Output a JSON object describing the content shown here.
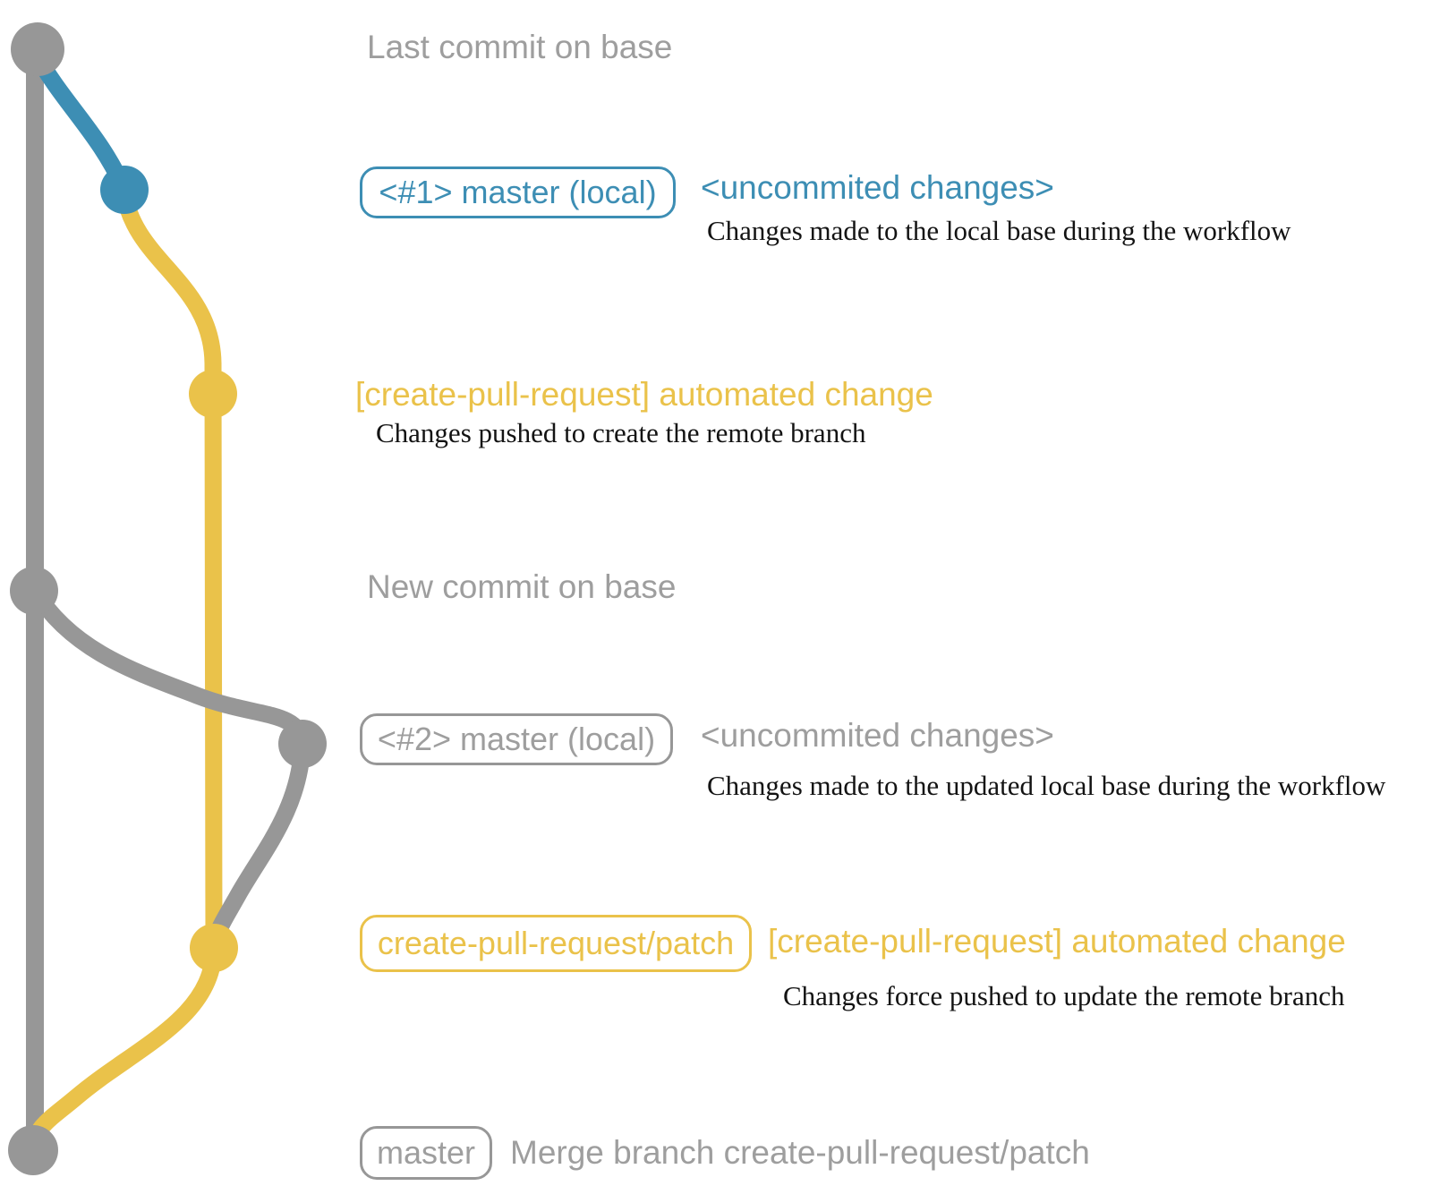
{
  "colors": {
    "gray": "#979797",
    "blue": "#3d8eb4",
    "yellow": "#eac24a",
    "label_gray": "#9e9e9e",
    "subtitle_black": "#131313"
  },
  "graph": {
    "branches": [
      {
        "name": "base",
        "color": "#979797"
      },
      {
        "name": "master (local)",
        "color": "#3d8eb4"
      },
      {
        "name": "create-pull-request/patch",
        "color": "#eac24a"
      }
    ],
    "commits": [
      {
        "id": "last-commit-on-base",
        "branch": "base"
      },
      {
        "id": "uncommitted-changes-1",
        "branch": "master (local)"
      },
      {
        "id": "automated-change-1",
        "branch": "create-pull-request/patch"
      },
      {
        "id": "new-commit-on-base",
        "branch": "base"
      },
      {
        "id": "uncommitted-changes-2",
        "branch": "master (local)"
      },
      {
        "id": "automated-change-2",
        "branch": "create-pull-request/patch"
      },
      {
        "id": "merge-commit",
        "branch": "base"
      }
    ]
  },
  "rows": {
    "r1": {
      "label": "Last commit on base"
    },
    "r2": {
      "badge": "<#1> master (local)",
      "title": "<uncommited changes>",
      "subtitle": "Changes made to the local base during the workflow"
    },
    "r3": {
      "title": "[create-pull-request] automated change",
      "subtitle": "Changes pushed to create the remote branch"
    },
    "r4": {
      "label": "New commit on base"
    },
    "r5": {
      "badge": "<#2> master (local)",
      "title": "<uncommited changes>",
      "subtitle": "Changes made to the updated local base during the workflow"
    },
    "r6": {
      "badge": "create-pull-request/patch",
      "title": "[create-pull-request] automated change",
      "subtitle": "Changes force pushed to update the remote branch"
    },
    "r7": {
      "badge": "master",
      "title": "Merge branch create-pull-request/patch"
    }
  }
}
